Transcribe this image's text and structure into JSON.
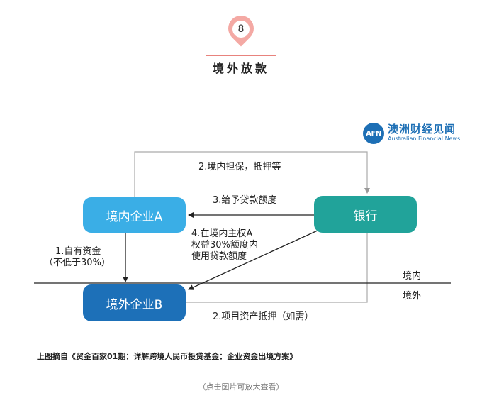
{
  "header": {
    "badge_number": "8",
    "title": "境外放款"
  },
  "logo": {
    "mark": "AFN",
    "name_cn": "澳洲财经见闻",
    "name_en": "Australian Financial News"
  },
  "nodes": {
    "enterprise_a": "境内企业A",
    "enterprise_b": "境外企业B",
    "bank": "银行"
  },
  "edges": {
    "guarantee": "2.境内担保，抵押等",
    "credit": "3.给予贷款额度",
    "own_funds_line1": "1.自有资金",
    "own_funds_line2": "（不低于30%）",
    "use_credit_line1": "4.在境内主权A",
    "use_credit_line2": "权益30%额度内",
    "use_credit_line3": "使用贷款额度",
    "project_pledge": "2.项目资产抵押（如需）"
  },
  "zones": {
    "domestic": "境内",
    "overseas": "境外"
  },
  "caption": {
    "source": "上图摘自《贸金百家01期：详解跨境人民币投贷基金：企业资金出境方案》",
    "zoom_hint": "（点击图片可放大查看）"
  },
  "colors": {
    "enterprise_a": "#3aaee6",
    "enterprise_b": "#1d70b8",
    "bank": "#21a39a",
    "accent": "#e8837d",
    "logo": "#1d6fb5"
  }
}
